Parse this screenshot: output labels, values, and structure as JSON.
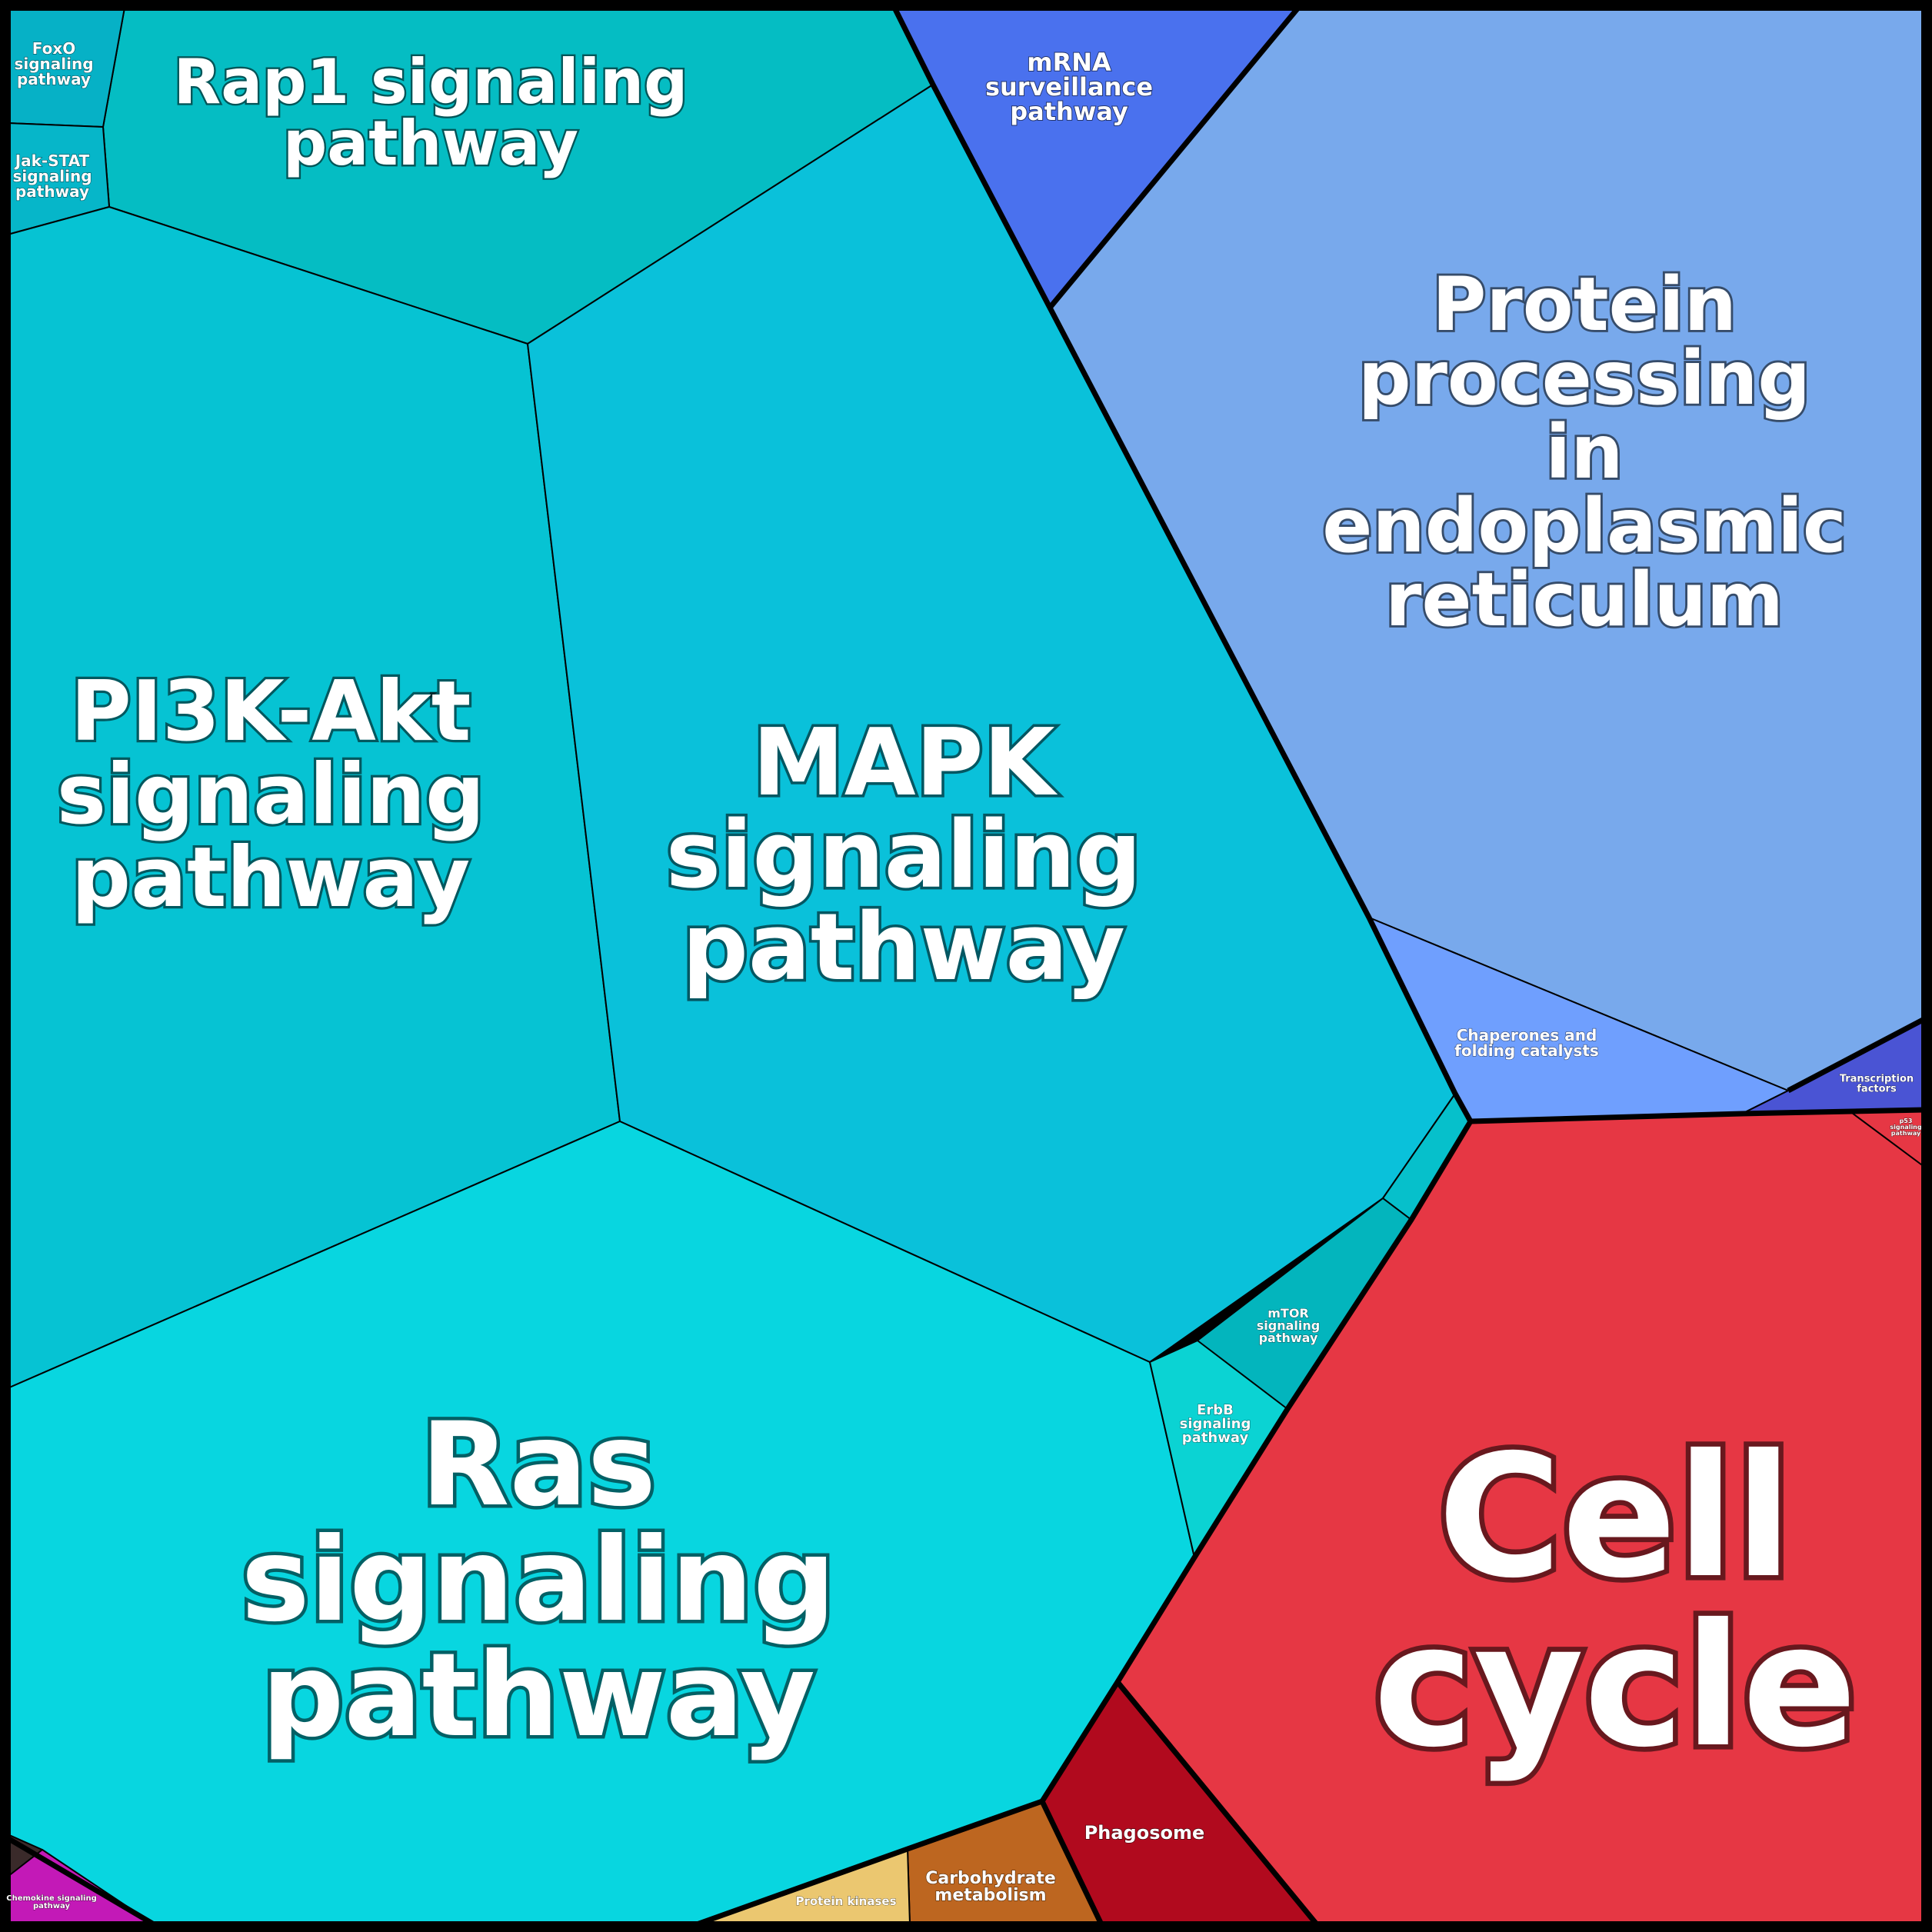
{
  "cells": [
    {
      "id": "rap1",
      "label": "Rap1 signaling pathway",
      "color": "#05bdc3"
    },
    {
      "id": "foxo",
      "label": "FoxO signaling pathway",
      "color": "#06b1c6"
    },
    {
      "id": "jakstat",
      "label": "Jak-STAT signaling pathway",
      "color": "#06b6c9"
    },
    {
      "id": "pi3k",
      "label": "PI3K-Akt signaling pathway",
      "color": "#06c3d3"
    },
    {
      "id": "mapk",
      "label": "MAPK signaling pathway",
      "color": "#0ac1da"
    },
    {
      "id": "ras",
      "label": "Ras signaling pathway",
      "color": "#08d6e0"
    },
    {
      "id": "mtor",
      "label": "mTOR signaling pathway",
      "color": "#03b5bd"
    },
    {
      "id": "erbb",
      "label": "ErbB signaling pathway",
      "color": "#0bd3d3"
    },
    {
      "id": "tiny",
      "label": "",
      "color": "#06c0cb"
    },
    {
      "id": "mrna",
      "label": "mRNA surveillance pathway",
      "color": "#4a71ee"
    },
    {
      "id": "protein",
      "label": "Protein processing in endoplasmic reticulum",
      "color": "#78a9ec"
    },
    {
      "id": "chaperones",
      "label": "Chaperones and folding catalysts",
      "color": "#6f9ffe"
    },
    {
      "id": "transcription",
      "label": "Transcription factors",
      "color": "#4a54d4"
    },
    {
      "id": "cellcycle",
      "label": "Cell cycle",
      "color": "#e63744"
    },
    {
      "id": "p53",
      "label": "p53 signaling pathway",
      "color": "#e63744"
    },
    {
      "id": "phagosome",
      "label": "Phagosome",
      "color": "#b10a1e"
    },
    {
      "id": "carbo",
      "label": "Carbohydrate metabolism",
      "color": "#bd6620"
    },
    {
      "id": "kinases",
      "label": "Protein kinases",
      "color": "#ebc770"
    },
    {
      "id": "chemokine",
      "label": "Chemokine signaling pathway",
      "color": "#c319b7"
    },
    {
      "id": "tinydark",
      "label": "",
      "color": "#3a2a2a"
    }
  ]
}
